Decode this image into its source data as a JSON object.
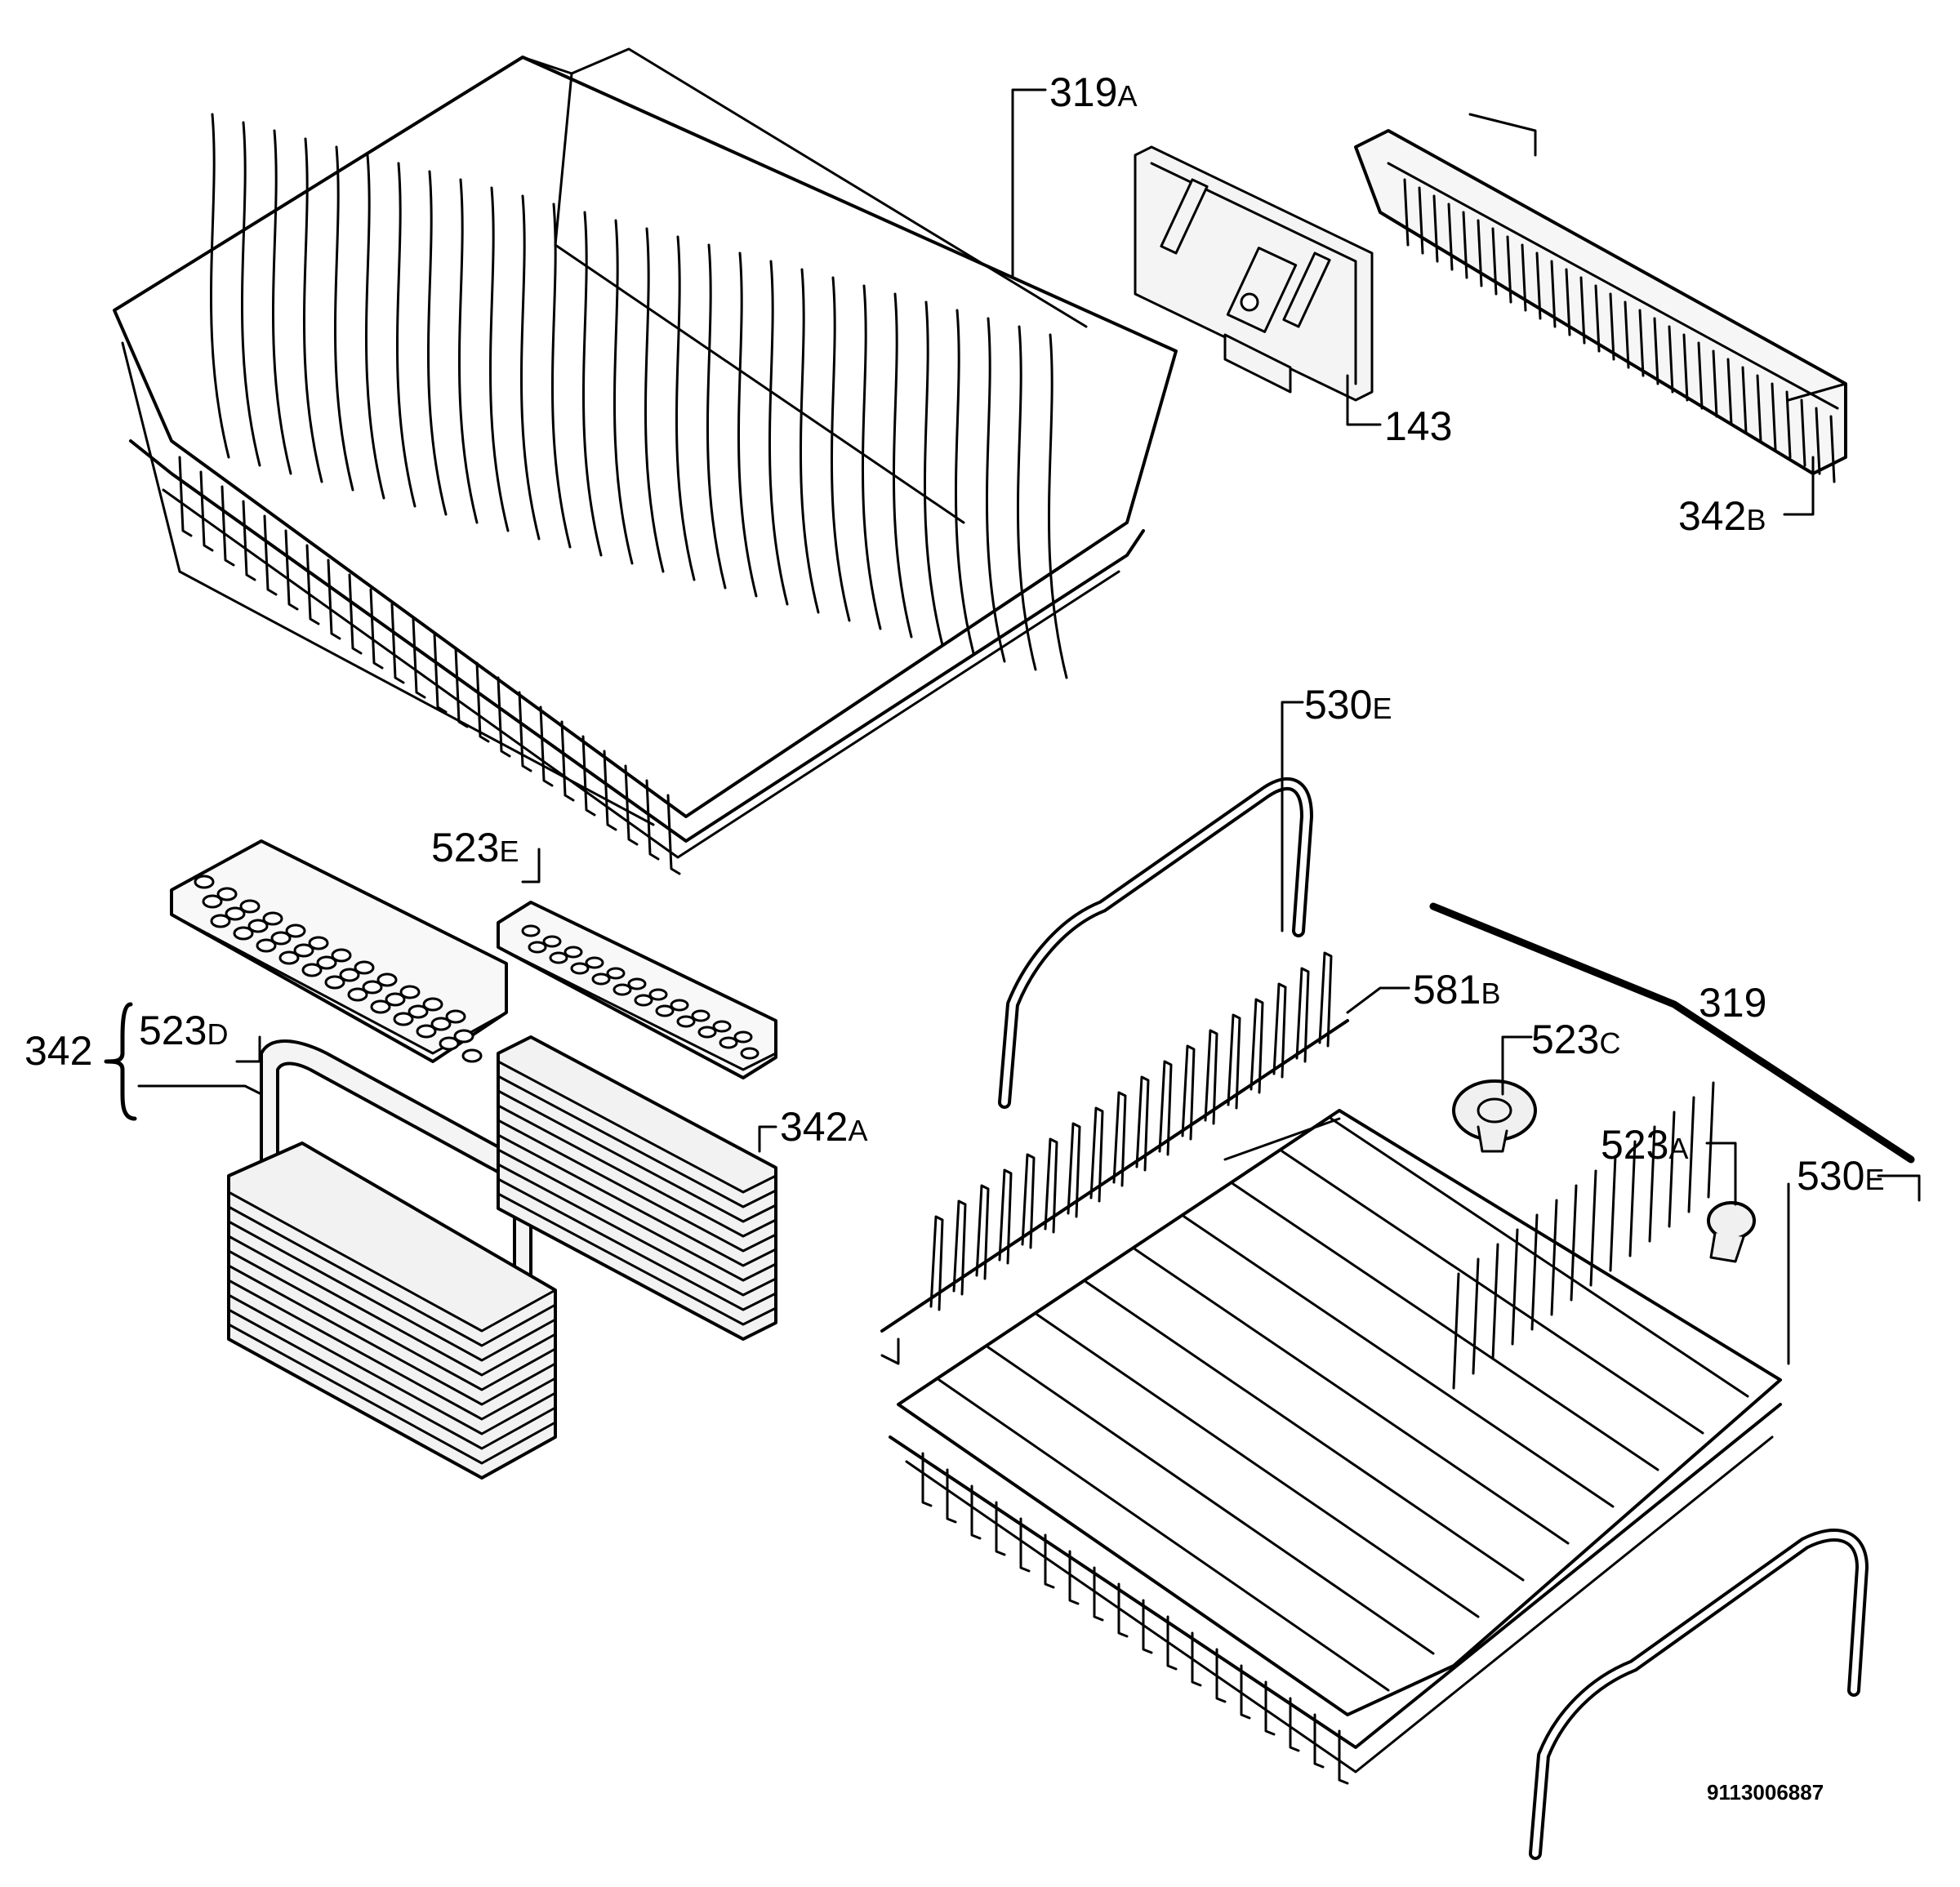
{
  "colors": {
    "ink": "#000000",
    "paper": "#ffffff",
    "fill": "#eeeeee"
  },
  "labels": {
    "319A": {
      "num": "319",
      "suf": "A"
    },
    "143": {
      "num": "143",
      "suf": ""
    },
    "342B": {
      "num": "342",
      "suf": "B"
    },
    "530E_top": {
      "num": "530",
      "suf": "E"
    },
    "523E": {
      "num": "523",
      "suf": "E"
    },
    "581B": {
      "num": "581",
      "suf": "B"
    },
    "319": {
      "num": "319",
      "suf": ""
    },
    "523C": {
      "num": "523",
      "suf": "C"
    },
    "342": {
      "num": "342",
      "suf": ""
    },
    "523D": {
      "num": "523",
      "suf": "D"
    },
    "342A": {
      "num": "342",
      "suf": "A"
    },
    "523A": {
      "num": "523",
      "suf": "A"
    },
    "530E_right": {
      "num": "530",
      "suf": "E"
    }
  },
  "document_id": "9113006887"
}
